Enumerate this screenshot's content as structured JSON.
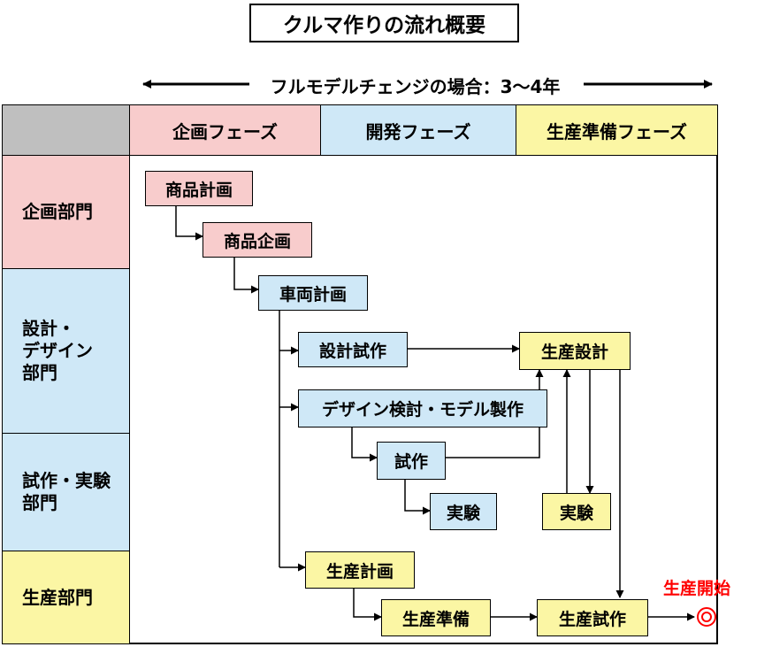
{
  "title": "クルマ作りの流れ概要",
  "subtitle": "フルモデルチェンジの場合：3～4年",
  "phases": {
    "planning": "企画フェーズ",
    "development": "開発フェーズ",
    "production_prep": "生産準備フェーズ"
  },
  "departments": {
    "planning": "企画部門",
    "design_l1": "設計・",
    "design_l2": "デザイン",
    "design_l3": "部門",
    "proto_l1": "試作・実験",
    "proto_l2": "部門",
    "production": "生産部門"
  },
  "steps": {
    "product_plan": "商品計画",
    "product_concept": "商品企画",
    "vehicle_plan": "車両計画",
    "design_proto": "設計試作",
    "design_model": "デザイン検討・モデル製作",
    "prototype": "試作",
    "experiment1": "実験",
    "production_design": "生産設計",
    "experiment2": "実験",
    "production_plan": "生産計画",
    "production_prep": "生産準備",
    "production_trial": "生産試作"
  },
  "start_label": "生産開始",
  "colors": {
    "planning": "#f8cccc",
    "development": "#cfe8f7",
    "production": "#fbf6a4",
    "corner": "#bfbfbf",
    "start_mark": "#ff0000"
  }
}
